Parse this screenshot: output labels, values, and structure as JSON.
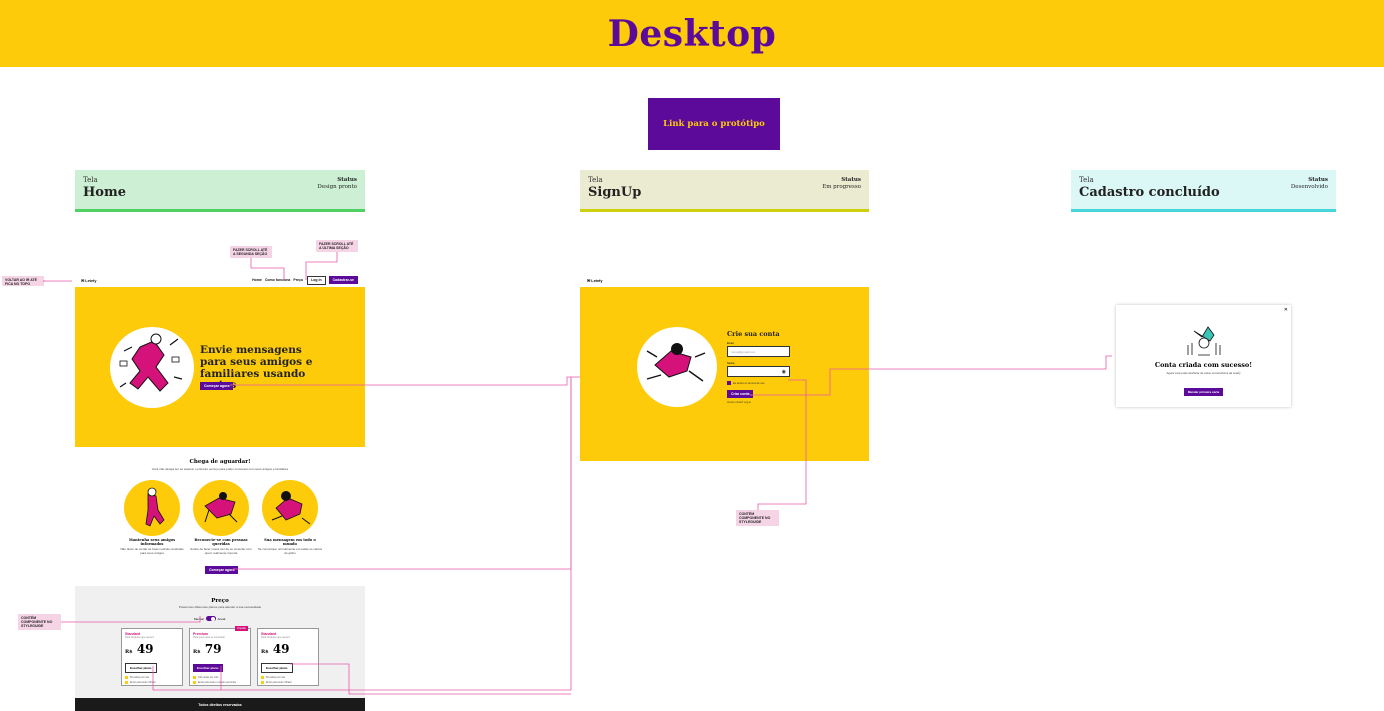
{
  "banner": {
    "title": "Desktop"
  },
  "prototype_link": {
    "label": "Link para o protótipo"
  },
  "screens": [
    {
      "label": "Tela",
      "name": "Home",
      "status_label": "Status",
      "status_value": "Design pronto",
      "bg": "#cdf0d4",
      "bar": "#4ed062"
    },
    {
      "label": "Tela",
      "name": "SignUp",
      "status_label": "Status",
      "status_value": "Em progresso",
      "bg": "#ebebd2",
      "bar": "#cfd00c"
    },
    {
      "label": "Tela",
      "name": "Cadastro concluído",
      "status_label": "Status",
      "status_value": "Desenvolvido",
      "bg": "#dcf8f6",
      "bar": "#47d6d9"
    }
  ],
  "notes": {
    "top_link": "Voltar ao ir até fica no topo",
    "scroll_second": "Fazer scroll até a segunda seção",
    "scroll_last": "Fazer scroll até a última seção",
    "component_home": "Contém componente no styleguide",
    "component_signup": "Contém componente no styleguide"
  },
  "home": {
    "logo": "Letefy",
    "nav": {
      "home": "Home",
      "how": "Como funciona",
      "price": "Preço",
      "login": "Log in",
      "signup": "Cadastrar-se"
    },
    "hero": {
      "title": "Envie mensagens para seus amigos e familiares usando cartas",
      "cta": "Começar agora"
    },
    "features": {
      "title": "Chega de aguardar!",
      "subtitle": "Você não deseja ser só esperar o primeiro serviço para poder conversar com seus amigos e familiares",
      "items": [
        {
          "title": "Mantenha seus amigos informados",
          "desc": "Não deixe de contar as boas notícias recebidas para seus amigos"
        },
        {
          "title": "Reconecte-se com pessoas queridas",
          "desc": "Soube de fazer nossa vez de se conectar com quem realmente importa"
        },
        {
          "title": "Sua mensagem em todo o mundo",
          "desc": "Se comunique normalmente em todas os cantos do globo"
        }
      ],
      "cta": "Começar agora"
    },
    "pricing": {
      "title": "Preço",
      "subtitle": "Possuímos diferentes planos para atender a sua necessidade",
      "toggle_left": "Mensal",
      "toggle_right": "Anual",
      "badge": "Popular",
      "plans": [
        {
          "name": "Standard",
          "desc": "Para iniciantes que querem",
          "currency": "R$",
          "price": "49",
          "cta": "Escolher plano",
          "f1": "50 cartas por mês",
          "f2": "Envio para todo o Brasil"
        },
        {
          "name": "Premium",
          "desc": "Para quem ama se comunicar",
          "currency": "R$",
          "price": "79",
          "cta": "Escolher plano",
          "f1": "100 cartas por mês",
          "f2": "Envio para todo o mundo sem limite"
        },
        {
          "name": "Standard",
          "desc": "Para iniciantes que querem",
          "currency": "R$",
          "price": "49",
          "cta": "Escolher plano",
          "f1": "50 cartas por mês",
          "f2": "Envio para todo o Brasil"
        }
      ]
    },
    "footer": "Todos direitos reservados"
  },
  "signup": {
    "logo": "Letefy",
    "title": "Crie sua conta",
    "email_label": "Email",
    "email_placeholder": "nome@gmail.com",
    "password_label": "Senha",
    "terms": "Eu aceito os termos de uso",
    "submit": "Criar conta",
    "login_hint": "Já tem conta? Log in"
  },
  "success": {
    "title": "Conta criada com sucesso!",
    "subtitle": "Agora você pode desfrutar de todos os benefícios da Letefy",
    "cta": "Mandar primeira carta"
  },
  "colors": {
    "yellow": "#fdcb09",
    "purple": "#5c0a9a",
    "pink": "#d4127a",
    "note": "#f5d4e6",
    "link_line": "#e85aa8"
  }
}
